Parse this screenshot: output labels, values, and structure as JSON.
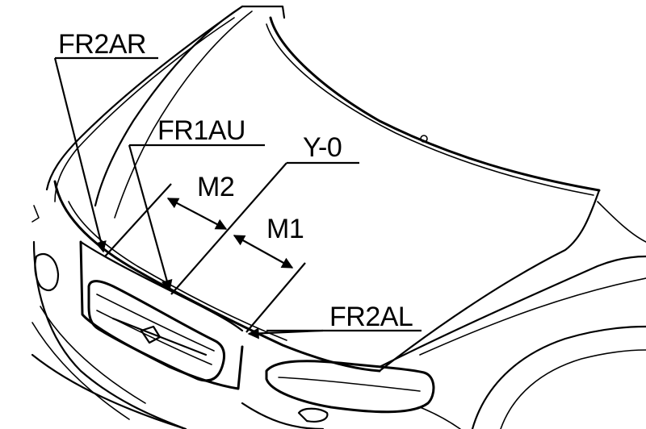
{
  "labels": {
    "fr2ar": "FR2AR",
    "fr1au": "FR1AU",
    "y0": "Y-0",
    "m2": "M2",
    "m1": "M1",
    "fr2al": "FR2AL"
  },
  "colors": {
    "ink": "#000000",
    "paper": "#ffffff"
  }
}
